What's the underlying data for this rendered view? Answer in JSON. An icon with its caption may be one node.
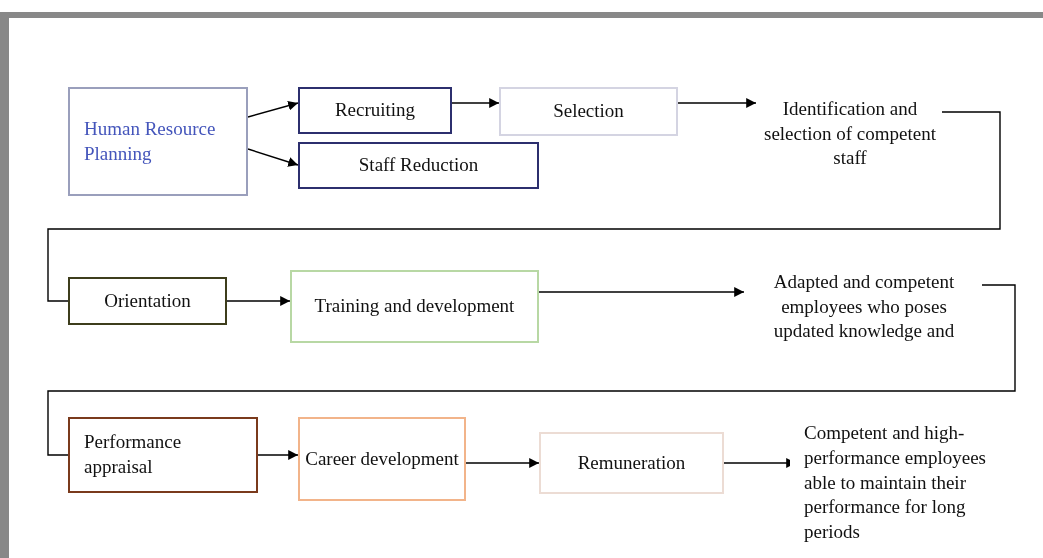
{
  "diagram": {
    "nodes": [
      {
        "text": [
          "Human Resource Planning"
        ]
      },
      {
        "text": [
          "Recruiting"
        ]
      },
      {
        "text": [
          "Staff Reduction"
        ]
      },
      {
        "text": [
          "Selection"
        ]
      },
      {
        "text": [
          "Identification and selection of competent staff"
        ]
      },
      {
        "text": [
          "Orientation"
        ]
      },
      {
        "text": [
          "Training and development"
        ]
      },
      {
        "text": [
          "Adapted and competent employees who poses updated knowledge and"
        ]
      },
      {
        "text": [
          "Performance appraisal"
        ]
      },
      {
        "text": [
          "Career development"
        ]
      },
      {
        "text": [
          "Remuneration"
        ]
      },
      {
        "text": [
          "Competent and high-performance employees able to maintain their performance for long periods"
        ]
      }
    ],
    "edges": [
      {
        "from": 0,
        "to": 1,
        "arrow": "to"
      },
      {
        "from": 0,
        "to": 2,
        "arrow": "to"
      },
      {
        "from": 1,
        "to": 3,
        "arrow": "to"
      },
      {
        "from": 3,
        "to": 4,
        "arrow": "to"
      },
      {
        "from": 4,
        "to": 5,
        "arrow": "none"
      },
      {
        "from": 5,
        "to": 6,
        "arrow": "to"
      },
      {
        "from": 6,
        "to": 7,
        "arrow": "to"
      },
      {
        "from": 7,
        "to": 8,
        "arrow": "none"
      },
      {
        "from": 8,
        "to": 9,
        "arrow": "to"
      },
      {
        "from": 9,
        "to": 10,
        "arrow": "to"
      },
      {
        "from": 10,
        "to": 11,
        "arrow": "to"
      }
    ]
  }
}
